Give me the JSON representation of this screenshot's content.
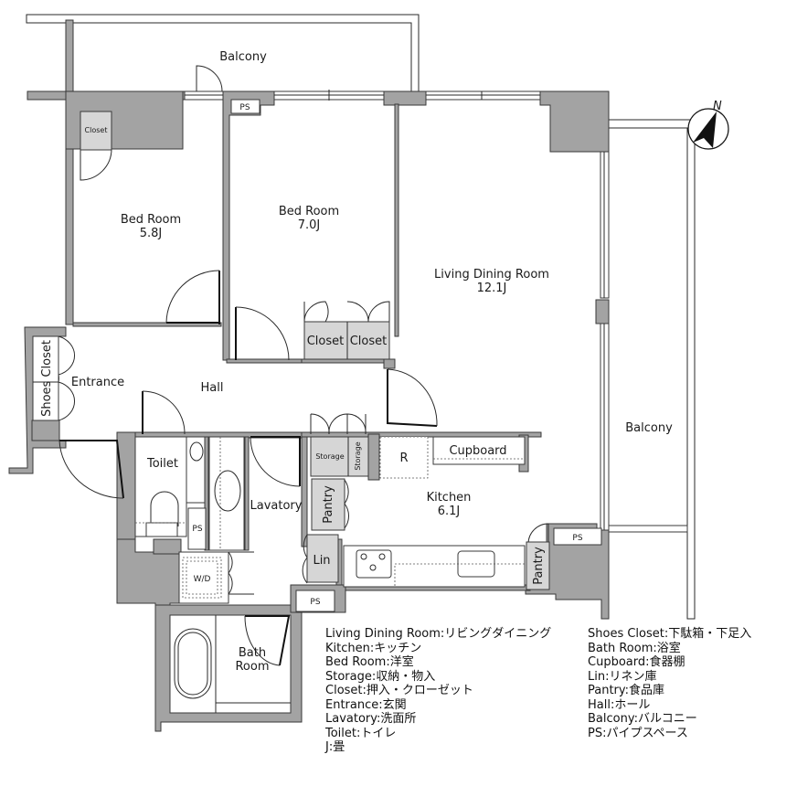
{
  "plan": {
    "rooms": {
      "balcony_top": "Balcony",
      "balcony_right": "Balcony",
      "bedroom1": {
        "name": "Bed Room",
        "size": "5.8J"
      },
      "bedroom2": {
        "name": "Bed Room",
        "size": "7.0J"
      },
      "living": {
        "name": "Living Dining Room",
        "size": "12.1J"
      },
      "kitchen": {
        "name": "Kitchen",
        "size": "6.1J"
      },
      "hall": "Hall",
      "entrance": "Entrance",
      "toilet": "Toilet",
      "lavatory": "Lavatory",
      "bath": {
        "line1": "Bath",
        "line2": "Room"
      }
    },
    "fixtures": {
      "closet_small": "Closet",
      "closet_a": "Closet",
      "closet_b": "Closet",
      "shoes_closet": "Shoes Closet",
      "storage_a": "Storage",
      "storage_b": "Storage",
      "refrigerator": "R",
      "cupboard": "Cupboard",
      "pantry_a": "Pantry",
      "pantry_b": "Pantry",
      "linen": "Lin",
      "washer_dryer": "W/D",
      "ps_top": "PS",
      "ps_toilet": "PS",
      "ps_lavatory": "PS",
      "ps_kitchen": "PS"
    },
    "compass": {
      "label": "N"
    }
  },
  "legend": {
    "left": [
      "Living Dining Room:リビングダイニング",
      "Kitchen:キッチン",
      "Bed Room:洋室",
      "Storage:収納・物入",
      "Closet:押入・クローゼット",
      "Entrance:玄関",
      "Lavatory:洗面所",
      "Toilet:トイレ",
      "J:畳"
    ],
    "right": [
      "Shoes Closet:下駄箱・下足入",
      "Bath Room:浴室",
      "Cupboard:食器棚",
      "Lin:リネン庫",
      "Pantry:食品庫",
      "Hall:ホール",
      "Balcony:バルコニー",
      "PS:パイプスペース"
    ]
  },
  "colors": {
    "wall": "#a3a3a3",
    "storage_fill": "#d6d6d6",
    "line": "#2a2a2a",
    "background": "#ffffff"
  }
}
